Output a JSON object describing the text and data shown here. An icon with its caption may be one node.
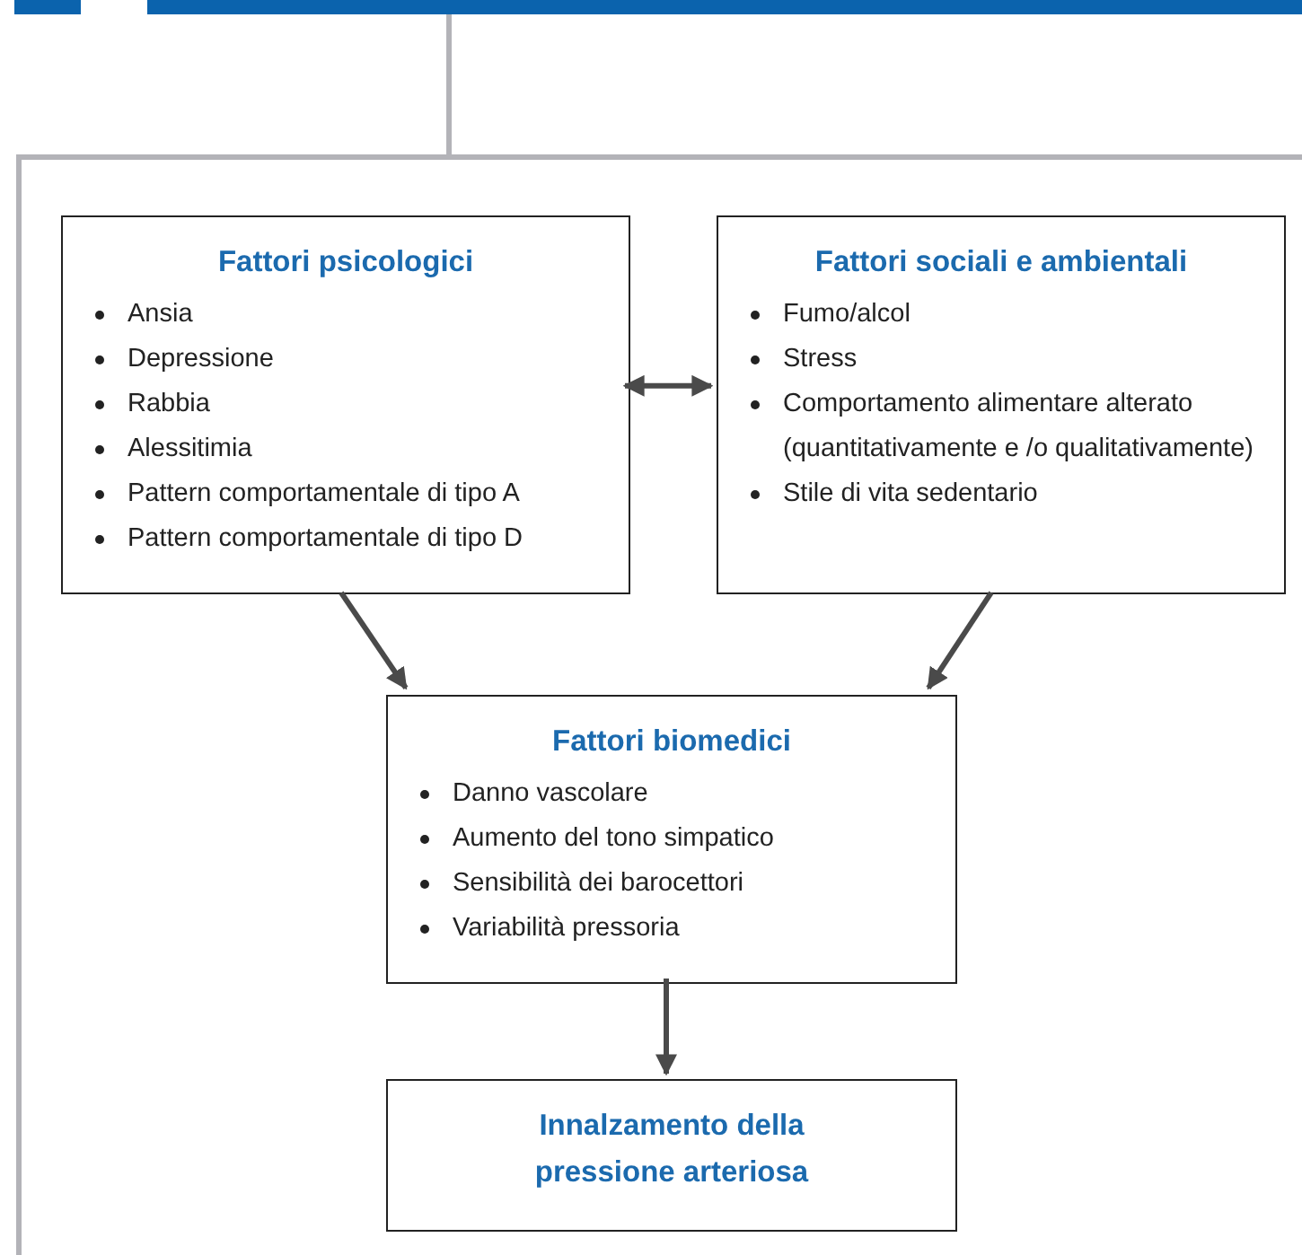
{
  "diagram": {
    "nodes": [
      {
        "text": [],
        "shape": "bar"
      },
      {
        "text": [],
        "shape": "box"
      },
      {
        "text": [
          "Fattori psicologici",
          "Ansia",
          "Depressione",
          "Rabbia",
          "Alessitimia",
          "Pattern comportamentale di tipo A",
          "Pattern comportamentale di tipo D"
        ],
        "in": 1
      },
      {
        "text": [
          "Fattori sociali e ambientali",
          "Fumo/alcol",
          "Stress",
          "Comportamento alimentare alterato (quantitativamente e /o qualitativamente)",
          "Stile di vita sedentario"
        ],
        "in": 1
      },
      {
        "text": [
          "Fattori biomedici",
          "Danno vascolare",
          "Aumento del tono simpatico",
          "Sensibilità dei barocettori",
          "Variabilità pressoria"
        ],
        "in": 1
      },
      {
        "text": [
          "Innalzamento della pressione arteriosa"
        ],
        "in": 1
      }
    ],
    "edges": [
      {
        "from": 0,
        "to": 1,
        "arrow": "none",
        "color": "#b3b3b8"
      },
      {
        "from": 2,
        "to": 3,
        "arrow": "both"
      },
      {
        "from": 2,
        "to": 4,
        "arrow": "to"
      },
      {
        "from": 3,
        "to": 4,
        "arrow": "to"
      },
      {
        "from": 4,
        "to": 5,
        "arrow": "to"
      }
    ]
  }
}
